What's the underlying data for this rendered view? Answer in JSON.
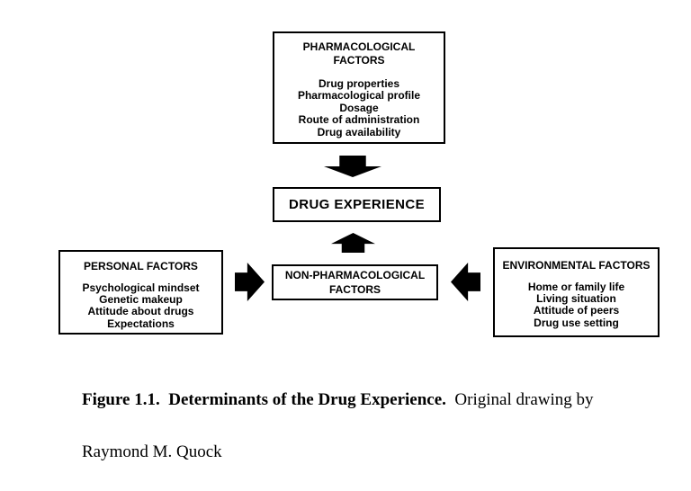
{
  "diagram": {
    "pharmacological": {
      "title_line1": "PHARMACOLOGICAL",
      "title_line2": "FACTORS",
      "items": [
        "Drug properties",
        "Pharmacological profile",
        "Dosage",
        "Route of administration",
        "Drug availability"
      ]
    },
    "drug_experience": {
      "title": "DRUG EXPERIENCE"
    },
    "non_pharmacological": {
      "title_line1": "NON-PHARMACOLOGICAL",
      "title_line2": "FACTORS"
    },
    "personal": {
      "title": "PERSONAL FACTORS",
      "items": [
        "Psychological mindset",
        "Genetic makeup",
        "Attitude about drugs",
        "Expectations"
      ]
    },
    "environmental": {
      "title": "ENVIRONMENTAL FACTORS",
      "items": [
        "Home or family life",
        "Living situation",
        "Attitude of peers",
        "Drug use setting"
      ]
    }
  },
  "caption": {
    "bold": "Figure 1.1.  Determinants of the Drug Experience.",
    "credit_line1": "  Original drawing by",
    "credit_line2": "Raymond M. Quock"
  },
  "colors": {
    "ink": "#000000",
    "background": "#ffffff"
  }
}
